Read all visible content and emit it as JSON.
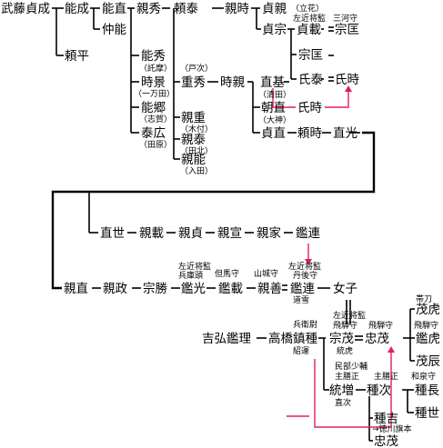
{
  "names": {
    "sadanari": "武藤貞成",
    "yoshinari": "能成",
    "yoshinao": "能直",
    "yorihira": "頼平",
    "nakayoshi": "仲能",
    "chikahide": "親秀",
    "yorihide1": "能秀",
    "tokikage": "時景",
    "yorisato": "能郷",
    "yasuhiro": "泰広",
    "yoriyasu": "頼泰",
    "shigehide": "重秀",
    "chikashige": "親重",
    "chikayasu": "親泰",
    "chikayoshi": "親能",
    "chikatoki": "親時",
    "tokichika": "時親",
    "sadachika": "貞親",
    "sadamune": "貞宗",
    "sadatsugu": "貞載",
    "munemasa": "宗匡",
    "munemune": "宗匡",
    "ujiyasu": "氏泰",
    "ujitoki": "氏時",
    "ujitoki2": "氏時",
    "naomoto": "直基",
    "asanao": "朝直",
    "sadanao": "貞直",
    "yoritoki": "頼時",
    "naomitsu": "直光",
    "naoyo": "直世",
    "chikanori": "親載",
    "chikasada": "親貞",
    "chikanobu": "親宣",
    "chikaie": "親家",
    "kanren1": "鑑連",
    "chikanao": "親直",
    "chikamasa": "親政",
    "munekatsu": "宗勝",
    "akimitsu": "鑑光",
    "akinori": "鑑載",
    "chikayoshi2": "親善",
    "kanren2": "鑑連",
    "joshi": "女子",
    "yoshihiro": "吉弘鑑理",
    "takahashi": "高橋鎮種",
    "munemochi": "宗茂",
    "tadashige": "忠茂",
    "shigetora": "茂虎",
    "akitora": "鑑虎",
    "shigetatsu": "茂辰",
    "munemasu": "統増",
    "tanetsugu": "種次",
    "tanenaga": "種長",
    "taneyo": "種世",
    "tanekichi": "種吉",
    "tadashige2": "忠茂"
  },
  "notes": {
    "tachibana": "（立花）",
    "sakon_shogen": "左近将監",
    "mikawa_kami": "三河守",
    "tsukuma": "（託摩）",
    "ichimanda": "（一万田）",
    "shiga": "（志賀）",
    "tawara": "（田原）",
    "heji": "（戸次）",
    "kiyota": "（清田）",
    "omiwa": "（大神）",
    "kitsuki": "（木付）",
    "takita": "（田北）",
    "irita": "（入田）",
    "sakon_shogen2": "左近将監",
    "hyogo_kami": "兵庫頭",
    "tajima_kami": "但馬守",
    "yamashiro_kami": "山城守",
    "sakon_shogen3": "左近将監",
    "tango_kami": "丹後守",
    "dousetsu": "道雪",
    "hyoe_jo": "兵衛尉",
    "jounun": "紹運",
    "sakon_shogen4": "左近将監",
    "hida_kami": "飛騨守",
    "hida_kami2": "飛騨守",
    "toukou": "統虎",
    "tatewaki": "帯刀",
    "hida_kami3": "飛騨守",
    "minbu_shoyu": "民部少輔",
    "shuzen_sho": "主膳正",
    "shuzen_sho2": "主膳正",
    "izumi_kami": "和泉守",
    "naotsugu": "直次",
    "tokugawa_hatamoto": "→徳川旗本"
  }
}
